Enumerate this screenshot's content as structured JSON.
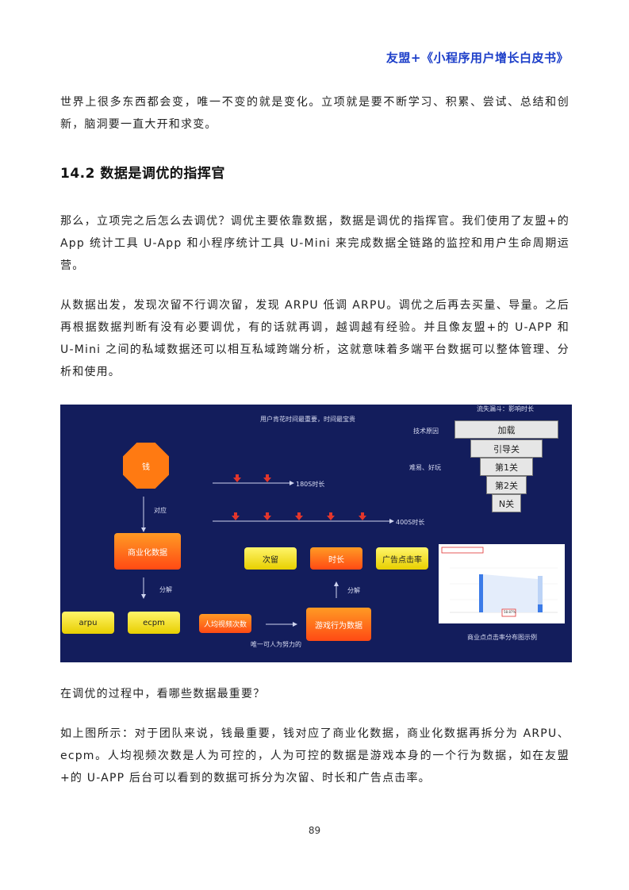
{
  "header": {
    "title": "友盟+《小程序用户增长白皮书》"
  },
  "paragraphs": {
    "p1": "世界上很多东西都会变，唯一不变的就是变化。立项就是要不断学习、积累、尝试、总结和创新，脑洞要一直大开和求变。",
    "p2": "那么，立项完之后怎么去调优？调优主要依靠数据，数据是调优的指挥官。我们使用了友盟+的 App 统计工具 U-App 和小程序统计工具 U-Mini 来完成数据全链路的监控和用户生命周期运营。",
    "p3": "从数据出发，发现次留不行调次留，发现 ARPU 低调 ARPU。调优之后再去买量、导量。之后再根据数据判断有没有必要调优，有的话就再调，越调越有经验。并且像友盟+的 U-APP 和 U-Mini 之间的私域数据还可以相互私域跨端分析，这就意味着多端平台数据可以整体管理、分析和使用。",
    "p4": "在调优的过程中，看哪些数据最重要？",
    "p5": "如上图所示：对于团队来说，钱最重要，钱对应了商业化数据，商业化数据再拆分为 ARPU、ecpm。人均视频次数是人为可控的，人为可控的数据是游戏本身的一个行为数据，如在友盟+的 U-APP 后台可以看到的数据可拆分为次留、时长和广告点击率。"
  },
  "section": {
    "title": "14.2  数据是调优的指挥官"
  },
  "diagram": {
    "top_note": "用户肯花时间最重要，时间最宝贵",
    "money": "钱",
    "label_correspond": "对应",
    "commercial": "商业化数据",
    "label_split": "分解",
    "arpu": "arpu",
    "ecpm": "ecpm",
    "video_count": "人均视频次数",
    "controllable": "唯一可人为努力的",
    "behavior": "游戏行为数据",
    "label_split2": "分解",
    "retention": "次留",
    "duration": "时长",
    "ad_ctr": "广告点击率",
    "time_180": "180S时长",
    "time_400": "400S时长",
    "funnel_title": "流失漏斗：影响时长",
    "reason_tech": "技术原因",
    "reason_difficulty": "难易、好玩",
    "funnel": [
      "加载",
      "引导关",
      "第1关",
      "第2关",
      "N关"
    ],
    "panel_caption": "商业点点击率分布图示例",
    "panel_chip": "58.87%"
  }
}
